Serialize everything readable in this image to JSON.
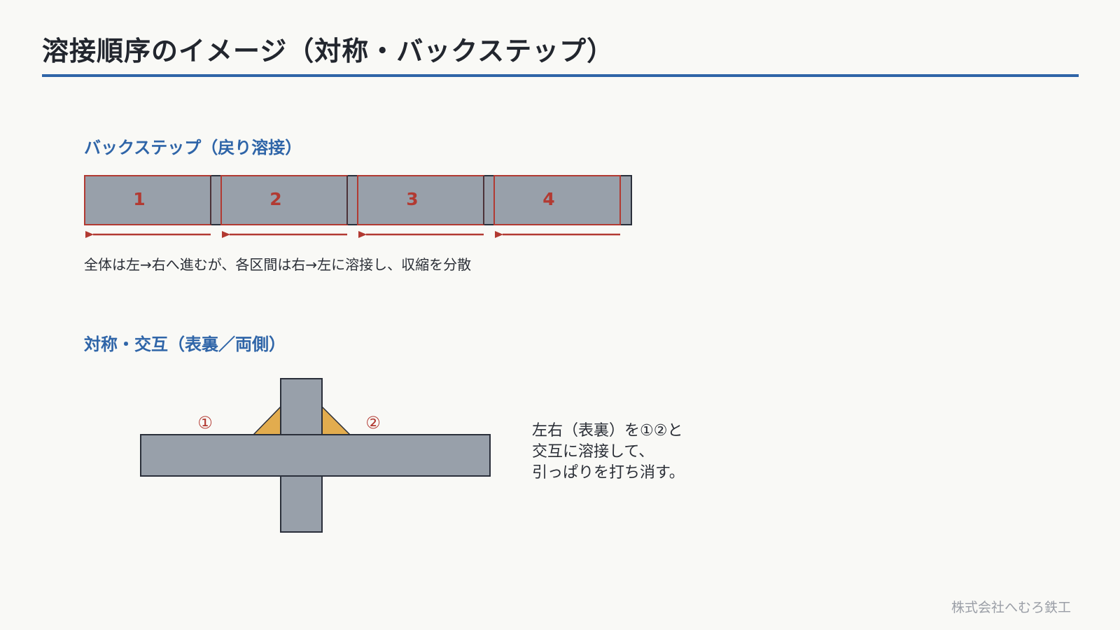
{
  "title": "溶接順序のイメージ（対称・バックステップ）",
  "backstep": {
    "heading": "バックステップ（戻り溶接）",
    "segments": [
      "1",
      "2",
      "3",
      "4"
    ],
    "caption": "全体は左→右へ進むが、各区間は右→左に溶接し、収縮を分散"
  },
  "symmetric": {
    "heading": "対称・交互（表裏／両側）",
    "weld_labels": [
      "①",
      "②"
    ],
    "note_lines": [
      "左右（表裏）を①②と",
      "交互に溶接して、",
      "引っぱりを打ち消す。"
    ]
  },
  "footer": {
    "company": "株式会社へむろ鉄工"
  },
  "colors": {
    "plate_fill": "#98a0aa",
    "plate_stroke": "#2a2f3a",
    "segment_border": "#b23a32",
    "weld_bead": "#e2ac4e",
    "heading_blue": "#2f65a8"
  }
}
